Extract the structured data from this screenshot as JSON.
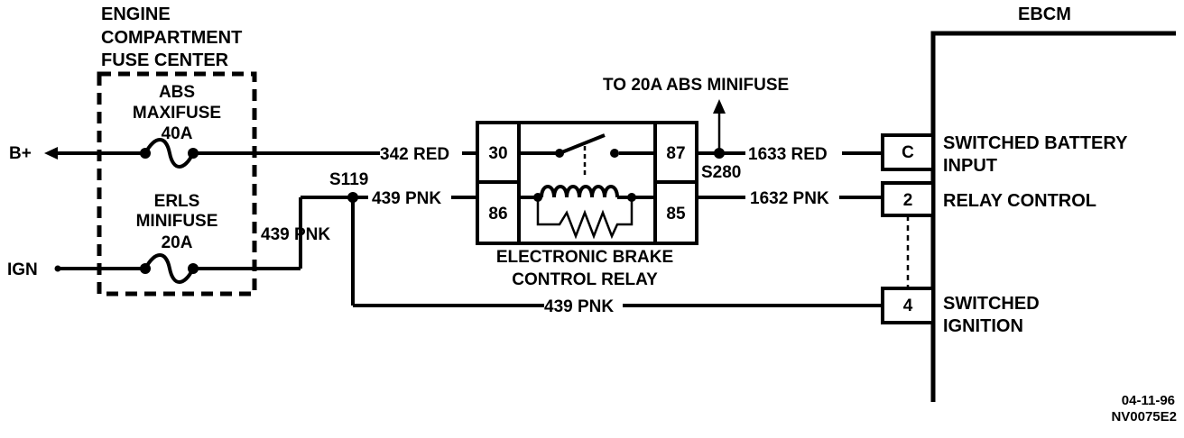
{
  "fuse_center": {
    "title_lines": [
      "ENGINE",
      "COMPARTMENT",
      "FUSE CENTER"
    ],
    "abs_fuse": {
      "name": "ABS",
      "type": "MAXIFUSE",
      "rating": "40A"
    },
    "erls_fuse": {
      "name": "ERLS",
      "type": "MINIFUSE",
      "rating": "20A"
    }
  },
  "sources": {
    "battery": "B+",
    "ignition": "IGN"
  },
  "wires": {
    "w342": "342 RED",
    "w439_top": "439 PNK",
    "w439_left": "439 PNK",
    "w439_bottom": "439 PNK",
    "w1633": "1633 RED",
    "w1632": "1632 PNK"
  },
  "splices": {
    "s119": "S119",
    "s280": "S280"
  },
  "relay": {
    "name_lines": [
      "ELECTRONIC BRAKE",
      "CONTROL RELAY"
    ],
    "pins": {
      "p30": "30",
      "p86": "86",
      "p87": "87",
      "p85": "85"
    }
  },
  "note": "TO 20A ABS MINIFUSE",
  "ebcm": {
    "title": "EBCM",
    "pins": [
      {
        "id": "C",
        "label_lines": [
          "SWITCHED BATTERY",
          "INPUT"
        ]
      },
      {
        "id": "2",
        "label_lines": [
          "RELAY CONTROL"
        ]
      },
      {
        "id": "4",
        "label_lines": [
          "SWITCHED",
          "IGNITION"
        ]
      }
    ]
  },
  "footer": {
    "date": "04-11-96",
    "code": "NV0075E2"
  }
}
